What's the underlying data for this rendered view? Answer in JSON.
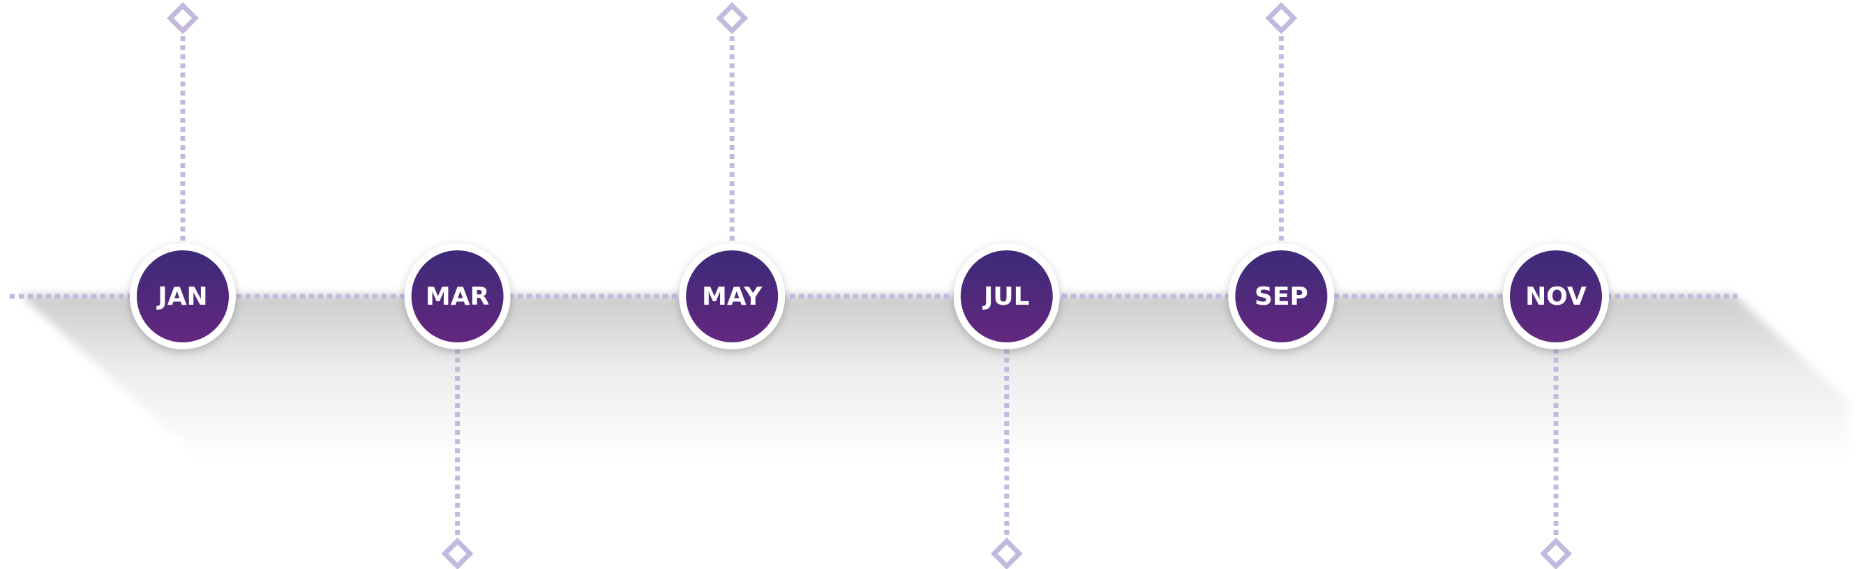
{
  "timeline": {
    "months": [
      "JAN",
      "MAR",
      "MAY",
      "JUL",
      "SEP",
      "NOV"
    ],
    "connector_direction": [
      "up",
      "down",
      "up",
      "down",
      "up",
      "down"
    ]
  },
  "colors": {
    "node_gradient_top": "#3c2a78",
    "node_gradient_bottom": "#63287f",
    "node_ring": "#ffffff",
    "dotted_line": "#c3b9de",
    "diamond_stroke": "#c3b9de"
  }
}
